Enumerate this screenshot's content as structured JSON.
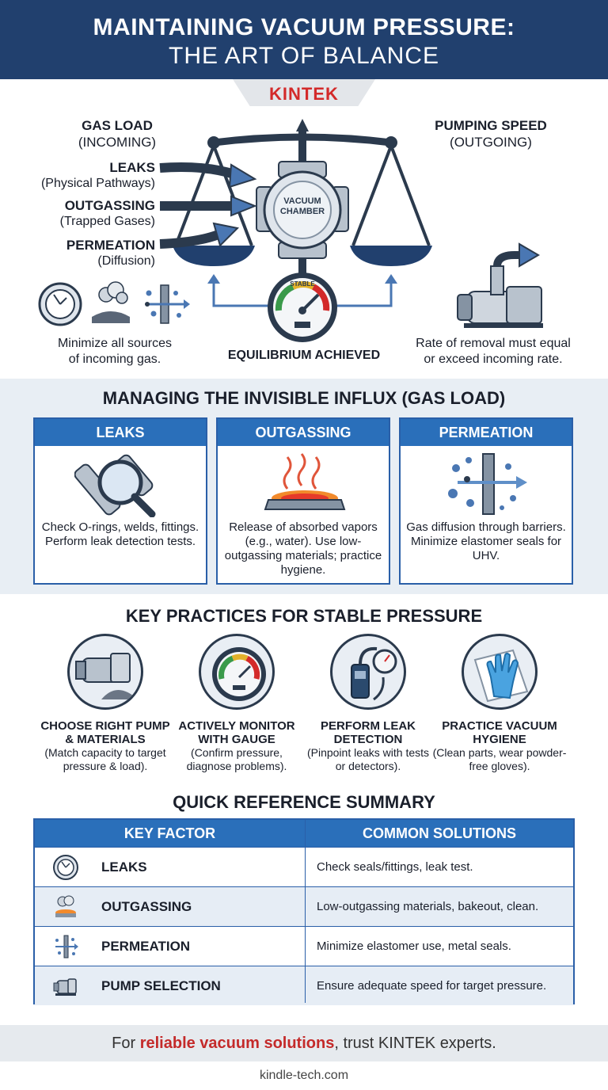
{
  "header": {
    "title_line1": "MAINTAINING VACUUM PRESSURE:",
    "title_line2": "THE ART OF BALANCE",
    "logo": "KINTEK"
  },
  "balance": {
    "left_title": "GAS LOAD",
    "left_sub": "(INCOMING)",
    "right_title": "PUMPING SPEED",
    "right_sub": "(OUTGOING)",
    "sources": [
      {
        "name": "LEAKS",
        "desc": "(Physical Pathways)"
      },
      {
        "name": "OUTGASSING",
        "desc": "(Trapped Gases)"
      },
      {
        "name": "PERMEATION",
        "desc": "(Diffusion)"
      }
    ],
    "chamber_label_1": "VACUUM",
    "chamber_label_2": "CHAMBER",
    "gauge_label": "STABLE",
    "left_caption_1": "Minimize all sources",
    "left_caption_2": "of incoming gas.",
    "center_caption": "EQUILIBRIUM ACHIEVED",
    "right_caption_1": "Rate of removal must equal",
    "right_caption_2": "or exceed incoming rate."
  },
  "influx": {
    "title": "MANAGING THE INVISIBLE INFLUX (GAS LOAD)",
    "cards": [
      {
        "title": "LEAKS",
        "text": "Check O-rings, welds, fittings. Perform leak detection tests."
      },
      {
        "title": "OUTGASSING",
        "text": "Release of absorbed vapors (e.g., water). Use low-outgassing materials; practice hygiene."
      },
      {
        "title": "PERMEATION",
        "text": "Gas diffusion through barriers. Minimize elastomer seals for UHV."
      }
    ]
  },
  "practices": {
    "title": "KEY PRACTICES FOR STABLE PRESSURE",
    "items": [
      {
        "title": "CHOOSE RIGHT PUMP & MATERIALS",
        "desc": "(Match capacity to target pressure & load)."
      },
      {
        "title": "ACTIVELY MONITOR WITH GAUGE",
        "desc": "(Confirm pressure, diagnose problems)."
      },
      {
        "title": "PERFORM LEAK DETECTION",
        "desc": "(Pinpoint leaks with tests or detectors)."
      },
      {
        "title": "PRACTICE VACUUM HYGIENE",
        "desc": "(Clean parts, wear powder-free gloves)."
      }
    ]
  },
  "summary": {
    "title": "QUICK REFERENCE SUMMARY",
    "col1": "KEY FACTOR",
    "col2": "COMMON SOLUTIONS",
    "rows": [
      {
        "factor": "LEAKS",
        "solution": "Check seals/fittings, leak test.",
        "icon": "gauge-icon"
      },
      {
        "factor": "OUTGASSING",
        "solution": "Low-outgassing materials, bakeout, clean.",
        "icon": "outgassing-icon"
      },
      {
        "factor": "PERMEATION",
        "solution": "Minimize elastomer use, metal seals.",
        "icon": "permeation-icon"
      },
      {
        "factor": "PUMP SELECTION",
        "solution": "Ensure adequate speed for target pressure.",
        "icon": "pump-icon"
      }
    ]
  },
  "footer": {
    "pre": "For ",
    "highlight": "reliable vacuum solutions",
    "post": ", trust KINTEK experts.",
    "site": "kindle-tech.com"
  },
  "colors": {
    "navy": "#21406e",
    "blue": "#2a6fba",
    "red": "#d32a2a"
  }
}
